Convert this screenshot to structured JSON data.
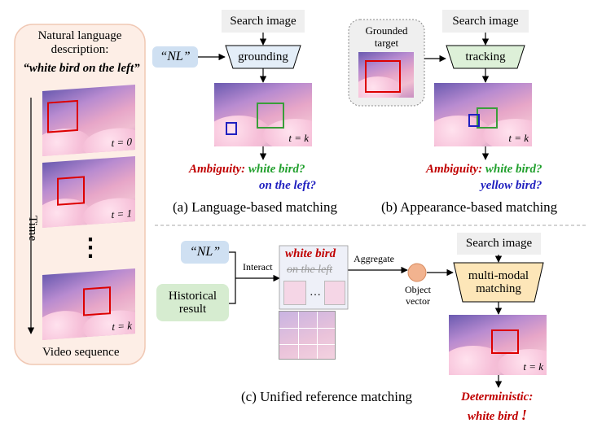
{
  "colors": {
    "red": "#c00000",
    "green": "#22a02e",
    "blue": "#1f1fbf",
    "gray_box": "#efefef",
    "nl_box": "#cfe0f2",
    "grounding_box": "#e4eef8",
    "tracking_box": "#ddf0d8",
    "historical_box": "#d6ecd0",
    "matching_box": "#fde6b8",
    "left_panel": "#fdeee6",
    "object_dot": "#f2b38f"
  },
  "left_panel": {
    "title_line1": "Natural language",
    "title_line2": "description:",
    "query": "“white bird on the left”",
    "time_label": "Time",
    "frames": [
      {
        "tag": "t = 0"
      },
      {
        "tag": "t = 1"
      },
      {
        "tag": "t = k"
      }
    ],
    "ellipsis": "⋮",
    "caption": "Video sequence"
  },
  "panel_a": {
    "search_label": "Search image",
    "nl_label": "“NL”",
    "module_label": "grounding",
    "frame_tag": "t = k",
    "ambiguity_prefix": "Ambiguity:",
    "ambiguity_option1": "white bird?",
    "ambiguity_option2": "on the left?",
    "caption": "(a) Language-based matching"
  },
  "panel_b": {
    "grounded_line1": "Grounded",
    "grounded_line2": "target",
    "search_label": "Search image",
    "module_label": "tracking",
    "frame_tag": "t = k",
    "ambiguity_prefix": "Ambiguity:",
    "ambiguity_option1": "white bird?",
    "ambiguity_option2": "yellow bird?",
    "caption": "(b) Appearance-based matching"
  },
  "panel_c": {
    "nl_label": "“NL”",
    "historical_line1": "Historical",
    "historical_line2": "result",
    "interact_label": "Interact",
    "text_token1": "white bird",
    "text_token2": "on the left",
    "dots": "…",
    "aggregate_label": "Aggregate",
    "object_line1": "Object",
    "object_line2": "vector",
    "search_label": "Search image",
    "module_line1": "multi-modal",
    "module_line2": "matching",
    "frame_tag": "t = k",
    "result_line1": "Deterministic:",
    "result_line2": "white bird",
    "result_mark": "!",
    "caption": "(c) Unified reference matching"
  }
}
